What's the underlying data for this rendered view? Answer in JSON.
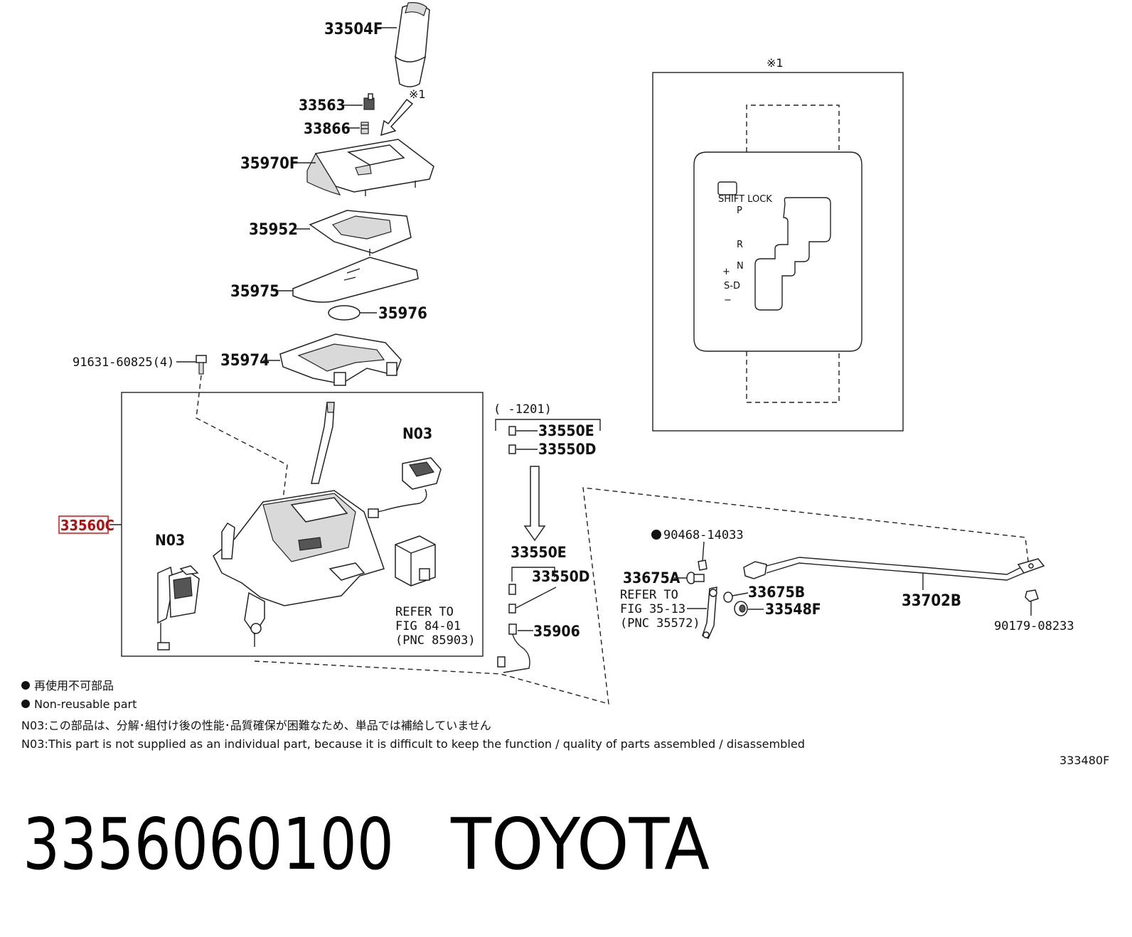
{
  "parts": {
    "p33504F": "33504F",
    "p33563": "33563",
    "p33866": "33866",
    "p35970F": "35970F",
    "p35952": "35952",
    "p35975": "35975",
    "p35976": "35976",
    "p35974": "35974",
    "p91631": "91631-60825(4)",
    "p33560C": "33560C",
    "n03_top": "N03",
    "n03_left": "N03",
    "p33550E_a": "33550E",
    "p33550D_a": "33550D",
    "p33550E_b": "33550E",
    "p33550D_b": "33550D",
    "p35906": "35906",
    "p90468": "90468-14033",
    "p33675A": "33675A",
    "p33675B": "33675B",
    "p33548F": "33548F",
    "p33702B": "33702B",
    "p90179": "90179-08233"
  },
  "date_range": "(      -1201)",
  "refer_84": {
    "line1": "REFER TO",
    "line2": "FIG 84-01",
    "line3": "(PNC 85903)"
  },
  "refer_35": {
    "line1": "REFER TO",
    "line2": "FIG 35-13",
    "line3": "(PNC 35572)"
  },
  "ref_mark_arrow": "※1",
  "ref_mark_box": "※1",
  "gate_panel": {
    "shift_lock": "SHIFT LOCK",
    "p": "P",
    "r": "R",
    "n": "N",
    "sd": "S-D",
    "plus": "+",
    "minus": "−"
  },
  "legend": {
    "jp_nonreusable": "再使用不可部品",
    "en_nonreusable": "Non-reusable part",
    "jp_n03": "N03:この部品は、分解･組付け後の性能･品質確保が困難なため、単品では補給していません",
    "en_n03": "N03:This part is not supplied as an individual part, because it is difficult to keep the function / quality of parts assembled / disassembled"
  },
  "figure_code": "333480F",
  "part_number": "3356060100",
  "brand": "TOYOTA"
}
